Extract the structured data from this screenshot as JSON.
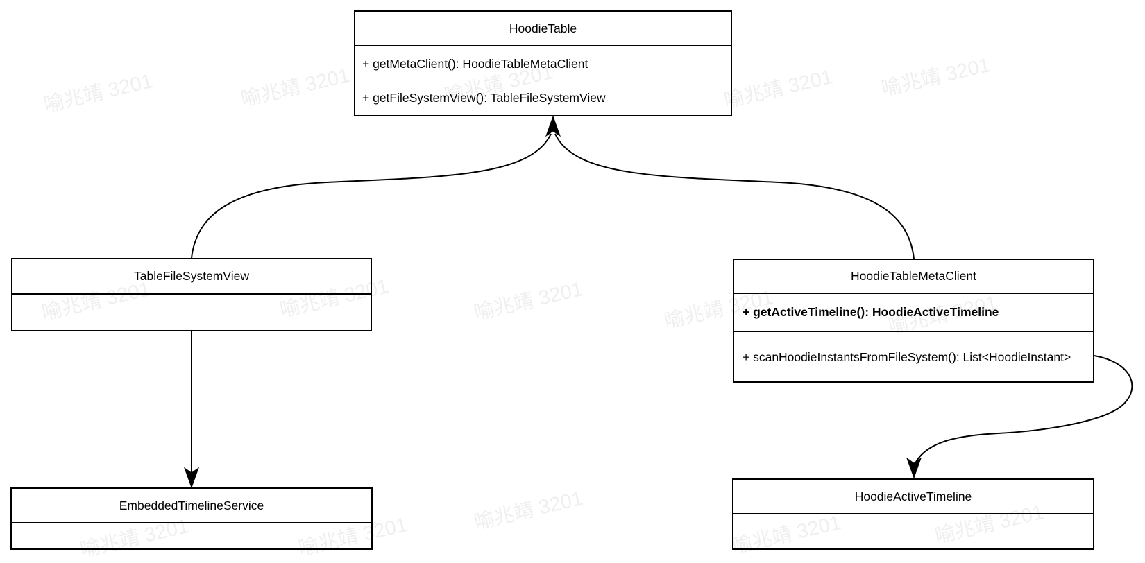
{
  "diagram": {
    "type": "uml-class-diagram",
    "colors": {
      "background": "#ffffff",
      "border": "#000000",
      "text": "#000000",
      "watermark": "#efefef"
    },
    "watermark": {
      "text": "喻兆靖 3201"
    },
    "classes": [
      {
        "name": "HoodieTable",
        "methods": [
          "+ getMetaClient(): HoodieTableMetaClient",
          "+ getFileSystemView(): TableFileSystemView"
        ]
      },
      {
        "name": "TableFileSystemView",
        "methods": []
      },
      {
        "name": "HoodieTableMetaClient",
        "methods": [
          "+ getActiveTimeline(): HoodieActiveTimeline",
          "+ scanHoodieInstantsFromFileSystem(): List<HoodieInstant>"
        ]
      },
      {
        "name": "EmbeddedTimelineService",
        "methods": []
      },
      {
        "name": "HoodieActiveTimeline",
        "methods": []
      }
    ],
    "connectors": [
      {
        "from": "TableFileSystemView",
        "to": "HoodieTable",
        "style": "curved-arrow"
      },
      {
        "from": "HoodieTableMetaClient",
        "to": "HoodieTable",
        "style": "curved-arrow"
      },
      {
        "from": "TableFileSystemView",
        "to": "EmbeddedTimelineService",
        "style": "straight-arrow"
      },
      {
        "from": "HoodieTableMetaClient",
        "to": "HoodieActiveTimeline",
        "style": "s-curve-arrow"
      }
    ]
  }
}
